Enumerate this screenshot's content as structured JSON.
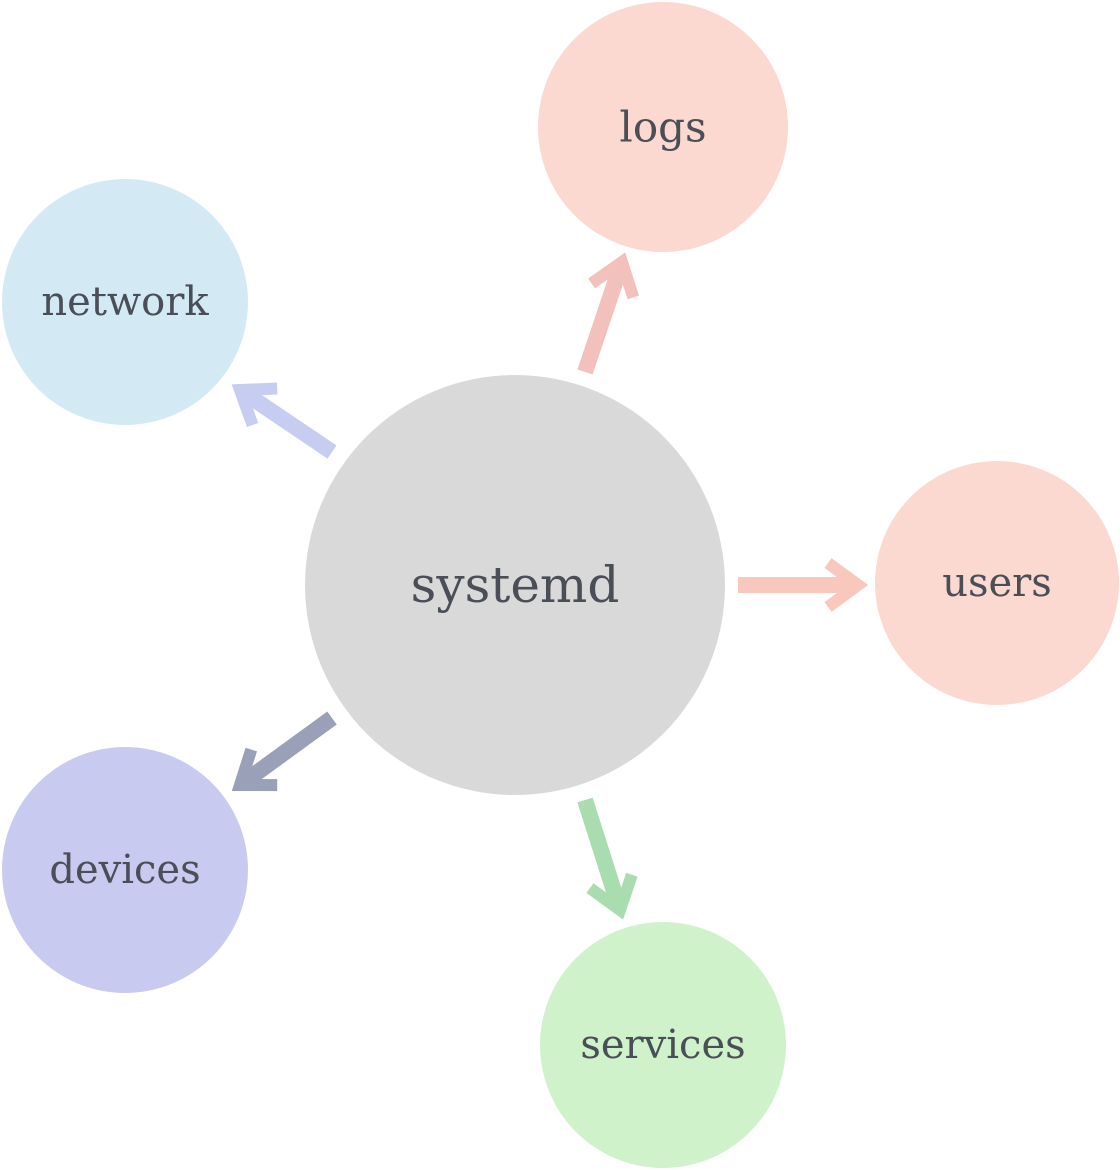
{
  "center": {
    "id": "systemd",
    "label": "systemd",
    "color": "#d9d9d9"
  },
  "nodes": [
    {
      "id": "logs",
      "label": "logs",
      "color": "#fbd9d0",
      "arrow_color": "#f3c1bb"
    },
    {
      "id": "network",
      "label": "network",
      "color": "#d3eaf5",
      "arrow_color": "#c6cdf0"
    },
    {
      "id": "users",
      "label": "users",
      "color": "#fbd9d0",
      "arrow_color": "#f8c8bd"
    },
    {
      "id": "devices",
      "label": "devices",
      "color": "#c8caef",
      "arrow_color": "#9aa0b7"
    },
    {
      "id": "services",
      "label": "services",
      "color": "#cff2cb",
      "arrow_color": "#a9dcae"
    }
  ]
}
